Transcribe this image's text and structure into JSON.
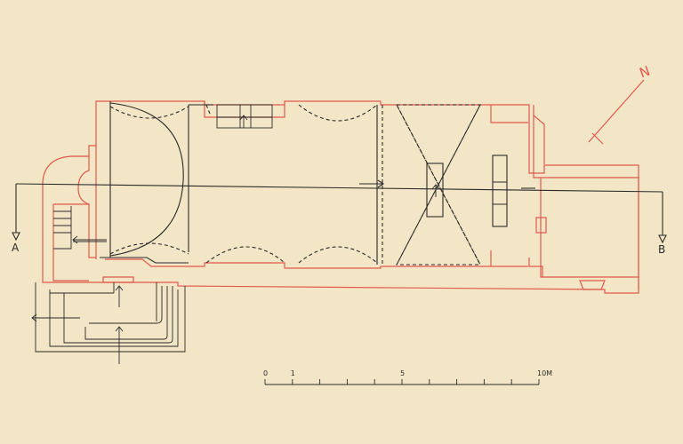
{
  "section_labels": {
    "start": "A",
    "end": "B"
  },
  "north_label": "N",
  "scale_bar": {
    "ticks": [
      {
        "label": "0",
        "value": 0
      },
      {
        "label": "1",
        "value": 1
      },
      {
        "label": "5",
        "value": 5
      },
      {
        "label": "10M",
        "value": 10
      }
    ],
    "max_value": 10
  },
  "colors": {
    "background": "#f3e6c6",
    "walls_red": "#e05a4e",
    "lines_black": "#2b2b2b"
  }
}
